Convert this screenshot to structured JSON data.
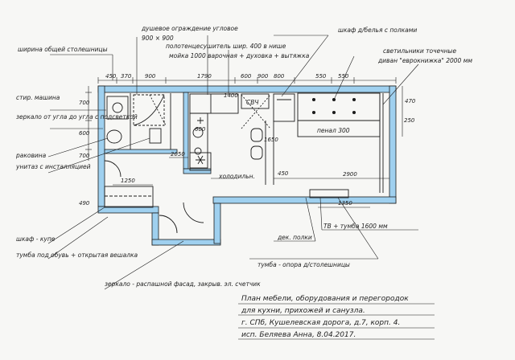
{
  "colors": {
    "ink": "#1c1c1c",
    "wall_fill": "#9fd0ef"
  },
  "labels": {
    "shower_corner": "душевое ограждение угловое",
    "shower_size": "900 × 900",
    "towel_rail": "полотенцесушитель шир. 400 в нише",
    "sink_stove": "мойка 1000  варочная + духовка + вытяжка",
    "counter_width": "ширина общей столешницы",
    "wardrobe_shelves": "шкаф д/белья с полками",
    "spotlights": "светильники точечные",
    "sofa": "диван \"еврокнижка\" 2000 мм",
    "washer": "стир. машина",
    "mirror_lamp": "зеркало от угла до угла с подсветкой",
    "basin": "раковина",
    "wc": "унитаз с инсталляцией",
    "coupe": "шкаф - купе",
    "shoe_stand": "тумба под обувь + открытая вешалка",
    "mirror_facade": "зеркало - распашной фасад, закрыв. эл. счетчик",
    "fridge": "холодильн.",
    "svch": "СВЧ",
    "pencil_case": "пенал 300",
    "tv": "ТВ + тумба 1600 мм",
    "dec_shelves": "дек. полки",
    "tumba_support": "тумба - опора д/столешницы"
  },
  "dimensions": {
    "d450": "450",
    "d370": "370",
    "d900": "900",
    "d1790": "1790",
    "d600a": "600",
    "d900b": "900",
    "d800": "800",
    "d550a": "550",
    "d550b": "550",
    "d470": "470",
    "d1400": "1400",
    "d600b": "600",
    "d2050": "2050",
    "d1250": "1250",
    "d1650": "1650",
    "d450b": "450",
    "d2900": "2900",
    "d1350": "1350",
    "d250": "250",
    "d700": "700",
    "d600c": "600",
    "d700b": "700",
    "d490": "490"
  },
  "title_block": {
    "line1": "План мебели, оборудования и перегородок",
    "line2": "для кухни, прихожей и санузла.",
    "line3": "г. СПб, Кушелевская дорога, д.7, корп. 4.",
    "line4": "исп. Беляева Анна, 8.04.2017."
  }
}
